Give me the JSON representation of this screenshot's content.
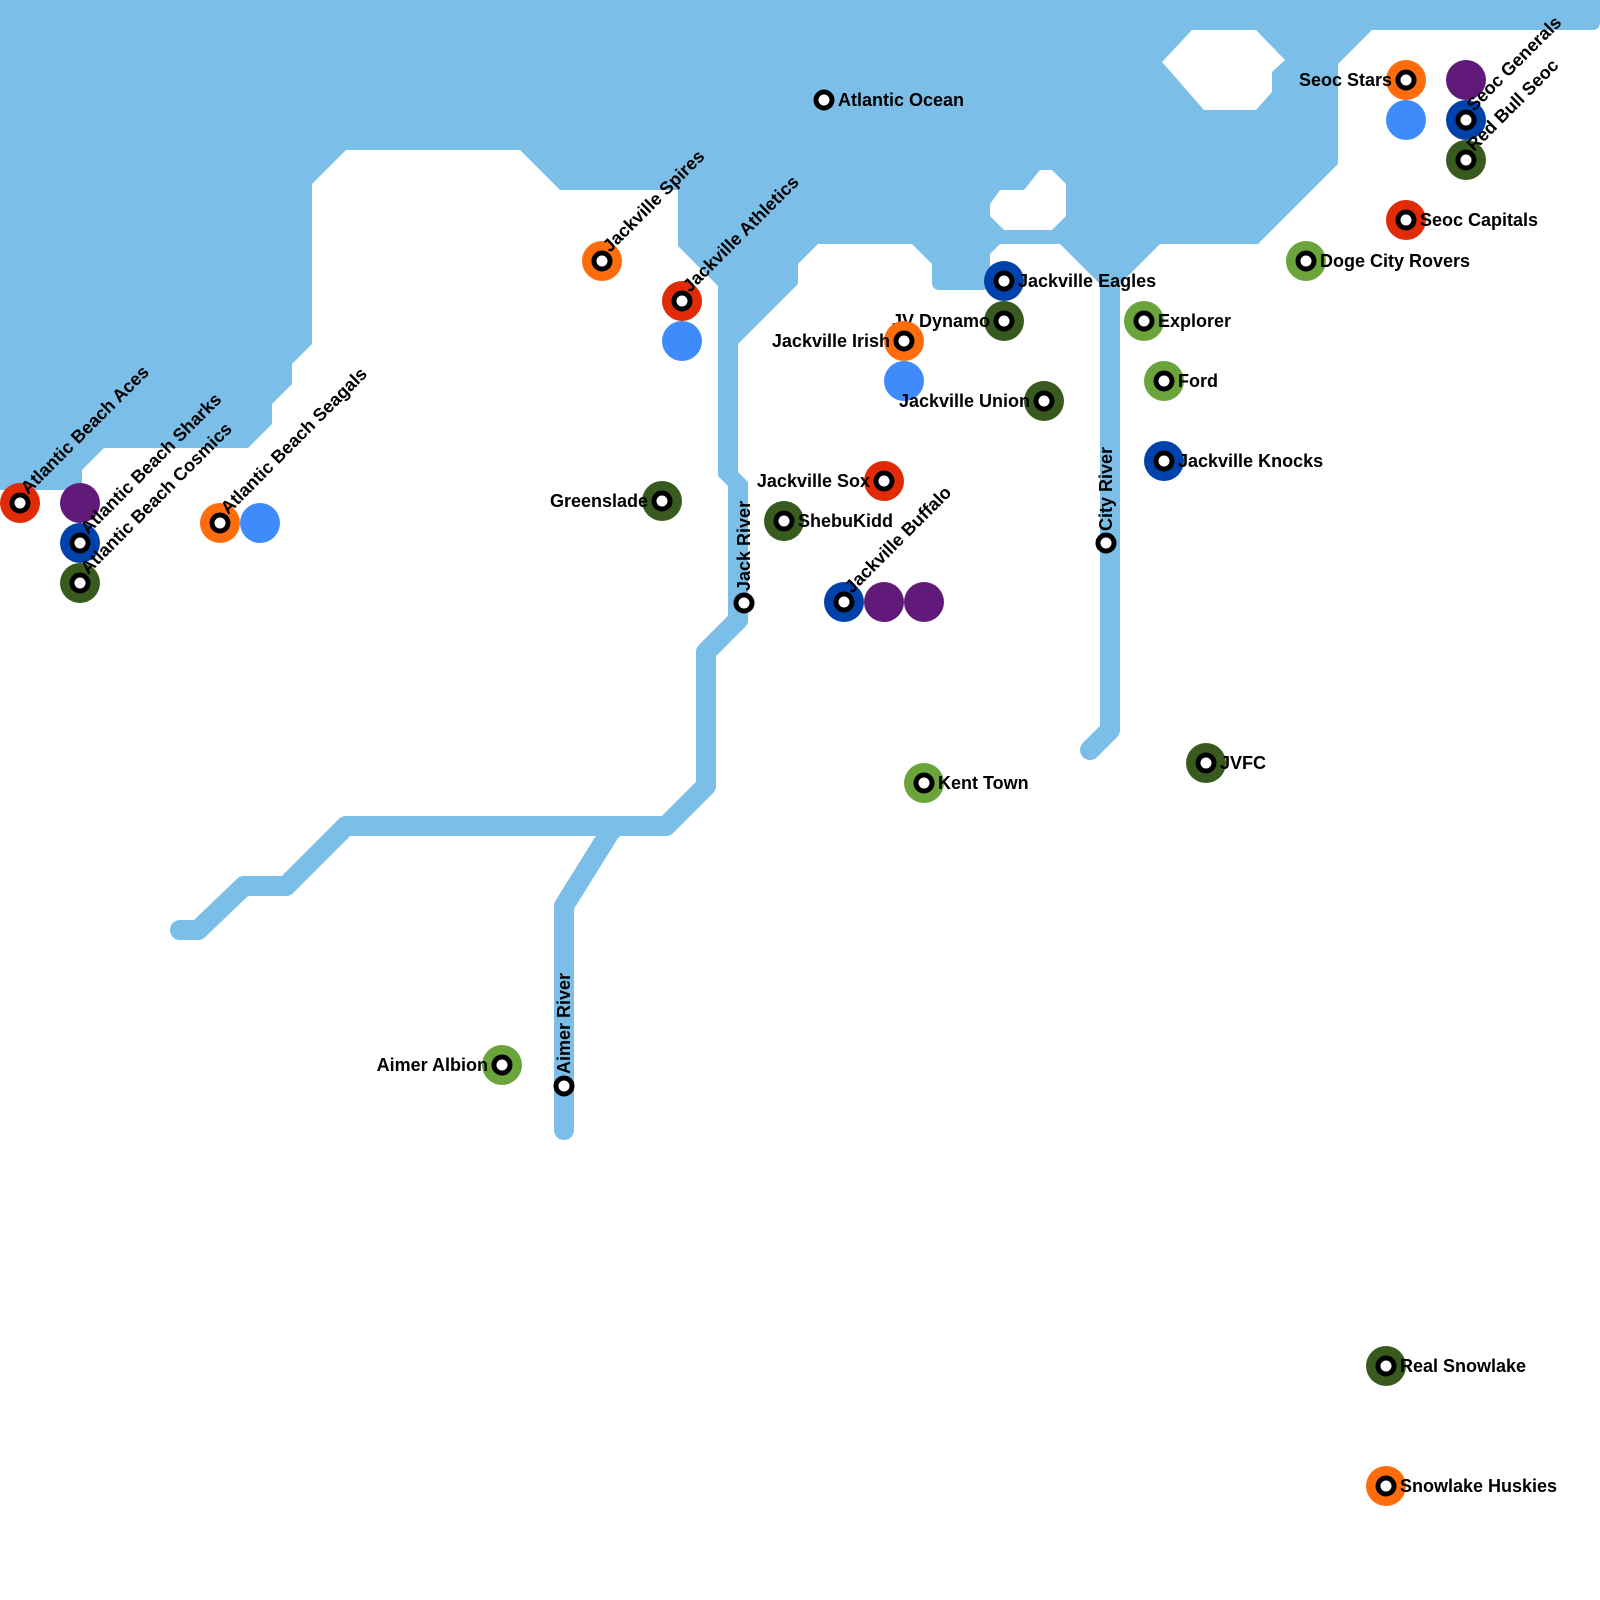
{
  "map": {
    "title": "Jackville Sports Map",
    "colors": {
      "water": "#7bbee8",
      "red": "#e12a06",
      "orange": "#ff6c0c",
      "purple": "#611a79",
      "lightblue": "#3f8bfb",
      "darkblue": "#0042ac",
      "darkgreen": "#385a1f",
      "green": "#6aa43a"
    },
    "waterway_labels": [
      {
        "id": "atlantic-ocean",
        "label": "Atlantic Ocean"
      },
      {
        "id": "jack-river",
        "label": "Jack River"
      },
      {
        "id": "city-river",
        "label": "City River"
      },
      {
        "id": "aimer-river",
        "label": "Aimer River"
      }
    ],
    "stations": [
      {
        "id": "atlantic-beach-aces",
        "label": "Atlantic Beach Aces",
        "lines": [
          "red",
          "purple"
        ]
      },
      {
        "id": "atlantic-beach-sharks",
        "label": "Atlantic Beach Sharks",
        "lines": [
          "darkblue"
        ]
      },
      {
        "id": "atlantic-beach-cosmics",
        "label": "Atlantic Beach Cosmics",
        "lines": [
          "darkgreen"
        ]
      },
      {
        "id": "atlantic-beach-seagals",
        "label": "Atlantic Beach Seagals",
        "lines": [
          "orange",
          "lightblue"
        ]
      },
      {
        "id": "jackville-spires",
        "label": "Jackville Spires",
        "lines": [
          "orange"
        ]
      },
      {
        "id": "jackville-athletics",
        "label": "Jackville Athletics",
        "lines": [
          "red",
          "lightblue"
        ]
      },
      {
        "id": "jackville-eagles",
        "label": "Jackville Eagles",
        "lines": [
          "darkblue"
        ]
      },
      {
        "id": "jv-dynamo",
        "label": "JV Dynamo",
        "lines": [
          "darkgreen"
        ]
      },
      {
        "id": "jackville-irish",
        "label": "Jackville Irish",
        "lines": [
          "orange",
          "lightblue"
        ]
      },
      {
        "id": "jackville-union",
        "label": "Jackville Union",
        "lines": [
          "darkgreen"
        ]
      },
      {
        "id": "explorer",
        "label": "Explorer",
        "lines": [
          "green"
        ]
      },
      {
        "id": "ford",
        "label": "Ford",
        "lines": [
          "green"
        ]
      },
      {
        "id": "jackville-knocks",
        "label": "Jackville Knocks",
        "lines": [
          "darkblue"
        ]
      },
      {
        "id": "greenslade",
        "label": "Greenslade",
        "lines": [
          "darkgreen"
        ]
      },
      {
        "id": "jackville-sox",
        "label": "Jackville Sox",
        "lines": [
          "red"
        ]
      },
      {
        "id": "shebukidd",
        "label": "ShebuKidd",
        "lines": [
          "darkgreen"
        ]
      },
      {
        "id": "jackville-buffalo",
        "label": "Jackville Buffalo",
        "lines": [
          "darkblue",
          "purple",
          "purple"
        ]
      },
      {
        "id": "seoc-stars",
        "label": "Seoc Stars",
        "lines": [
          "orange",
          "lightblue"
        ]
      },
      {
        "id": "seoc-generals",
        "label": "Seoc Generals",
        "lines": [
          "purple",
          "darkblue"
        ]
      },
      {
        "id": "red-bull-seoc",
        "label": "Red Bull Seoc",
        "lines": [
          "darkgreen"
        ]
      },
      {
        "id": "seoc-capitals",
        "label": "Seoc Capitals",
        "lines": [
          "red"
        ]
      },
      {
        "id": "doge-city-rovers",
        "label": "Doge City Rovers",
        "lines": [
          "green"
        ]
      },
      {
        "id": "kent-town",
        "label": "Kent Town",
        "lines": [
          "green"
        ]
      },
      {
        "id": "jvfc",
        "label": "JVFC",
        "lines": [
          "darkgreen"
        ]
      },
      {
        "id": "aimer-albion",
        "label": "Aimer Albion",
        "lines": [
          "green"
        ]
      },
      {
        "id": "real-snowlake",
        "label": "Real Snowlake",
        "lines": [
          "darkgreen"
        ]
      },
      {
        "id": "snowlake-huskies",
        "label": "Snowlake Huskies",
        "lines": [
          "orange"
        ]
      }
    ]
  }
}
